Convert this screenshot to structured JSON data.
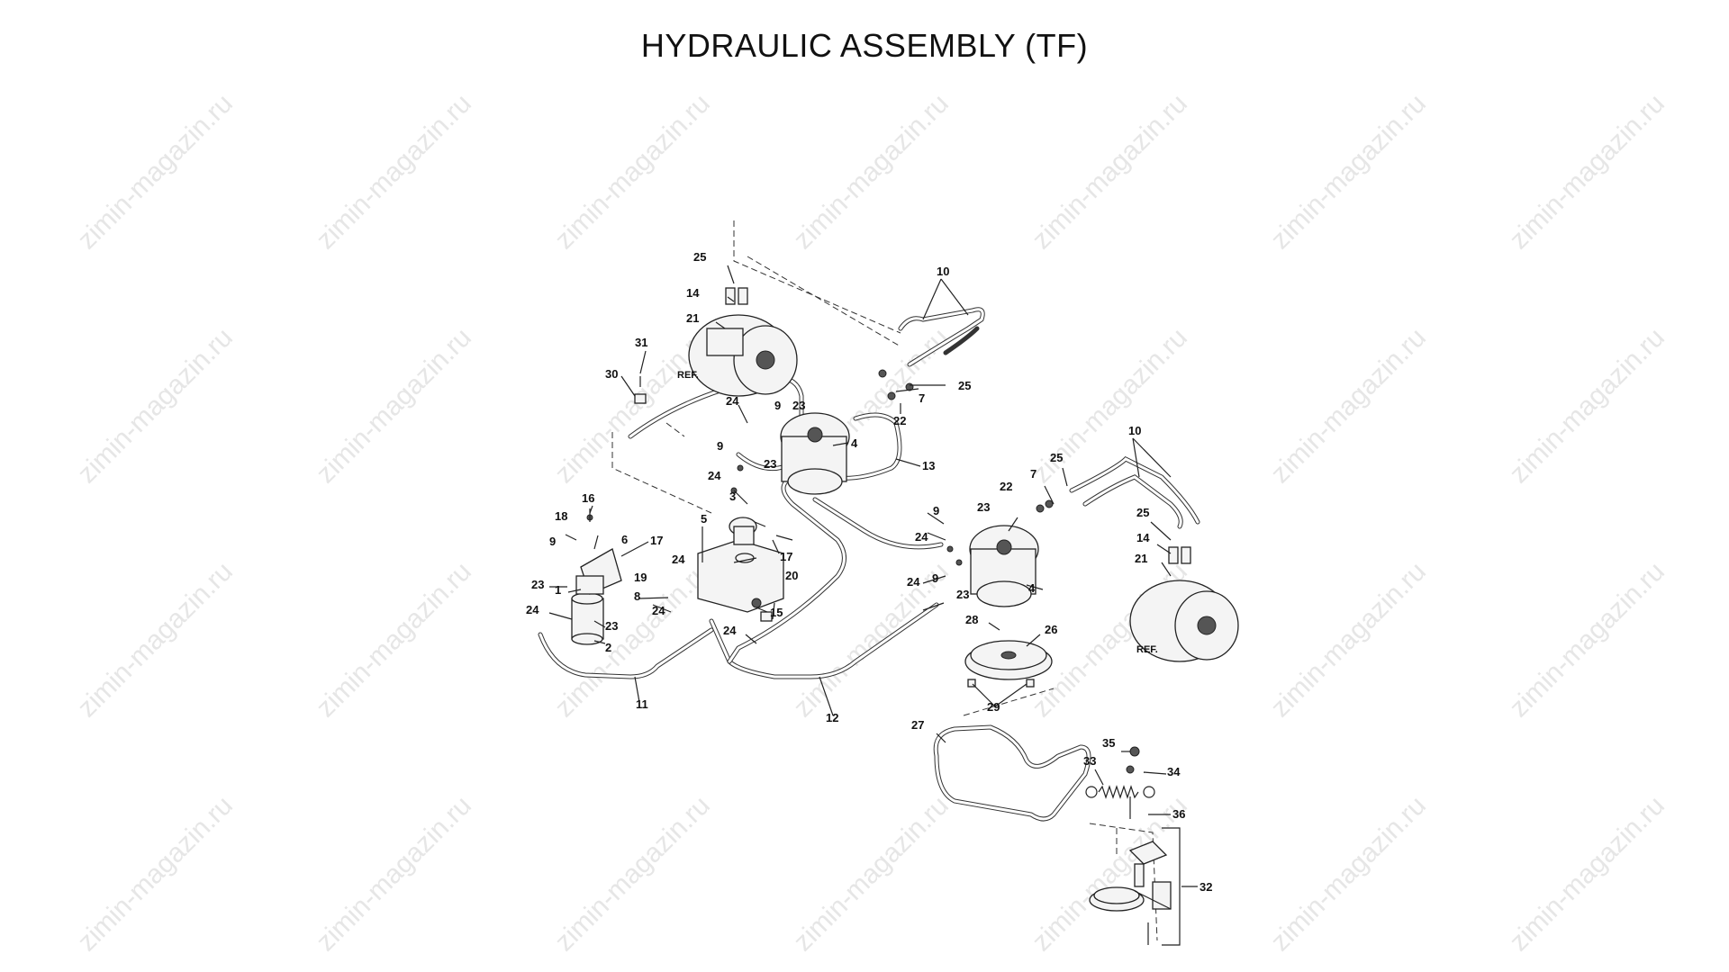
{
  "title": "HYDRAULIC ASSEMBLY (TF)",
  "watermark": "zimin-magazin.ru",
  "labels": {
    "ref": "REF.",
    "n1": "1",
    "n2": "2",
    "n3": "3",
    "n4": "4",
    "n5": "5",
    "n6": "6",
    "n7": "7",
    "n8": "8",
    "n9": "9",
    "n10": "10",
    "n11": "11",
    "n12": "12",
    "n13": "13",
    "n14": "14",
    "n15": "15",
    "n16": "16",
    "n17": "17",
    "n18": "18",
    "n19": "19",
    "n20": "20",
    "n21": "21",
    "n22": "22",
    "n23": "23",
    "n24": "24",
    "n25": "25",
    "n26": "26",
    "n27": "27",
    "n28": "28",
    "n29": "29",
    "n30": "30",
    "n31": "31",
    "n32": "32",
    "n33": "33",
    "n34": "34",
    "n35": "35",
    "n36": "36"
  }
}
